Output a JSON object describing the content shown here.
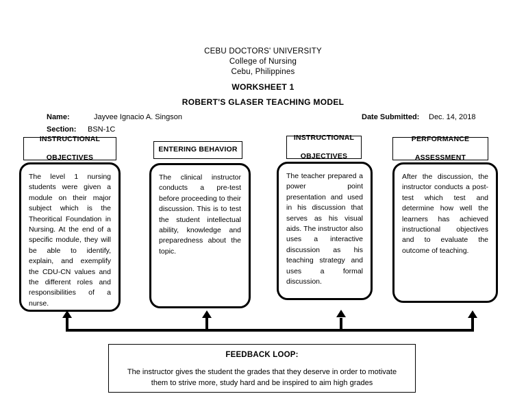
{
  "header": {
    "university": "CEBU DOCTORS' UNIVERSITY",
    "college": "College of Nursing",
    "city": "Cebu, Philippines",
    "worksheet": "WORKSHEET 1",
    "model_title": "ROBERT'S GLASER TEACHING MODEL"
  },
  "meta": {
    "name_label": "Name:",
    "name_value": "Jayvee Ignacio A. Singson",
    "date_label": "Date Submitted:",
    "date_value": "Dec. 14, 2018",
    "section_label": "Section:",
    "section_value": "BSN-1C"
  },
  "stages": [
    {
      "heading_line1": "INSTRUCTIONAL",
      "heading_line2": "OBJECTIVES",
      "body": "The level 1 nursing students were given a module on their major subject which is the Theoritical Foundation in Nursing. At the end of a specific module, they will be able to identify, explain, and exemplify the CDU-CN values and the different roles and responsibilities of a nurse."
    },
    {
      "heading_line1": "ENTERING BEHAVIOR",
      "heading_line2": "",
      "body": "The clinical instructor conducts a pre-test before proceeding to their discussion. This is to test the student intellectual ability, knowledge and preparedness about the topic."
    },
    {
      "heading_line1": "INSTRUCTIONAL",
      "heading_line2": "OBJECTIVES",
      "body": "The teacher prepared a power point presentation and used in his discussion that serves as his visual aids. The instructor also uses a interactive discussion as his teaching strategy and uses a formal discussion."
    },
    {
      "heading_line1": "PERFORMANCE",
      "heading_line2": "ASSESSMENT",
      "body": "After the discussion, the instructor conducts a post-test which test and determine how well the learners has achieved instructional objectives and to evaluate the outcome of teaching."
    }
  ],
  "feedback": {
    "title": "FEEDBACK LOOP:",
    "text": "The instructor gives the student the grades that they deserve in order to motivate them to strive more, study hard and be inspired to aim high grades"
  },
  "colors": {
    "ink": "#000000",
    "page": "#ffffff"
  }
}
